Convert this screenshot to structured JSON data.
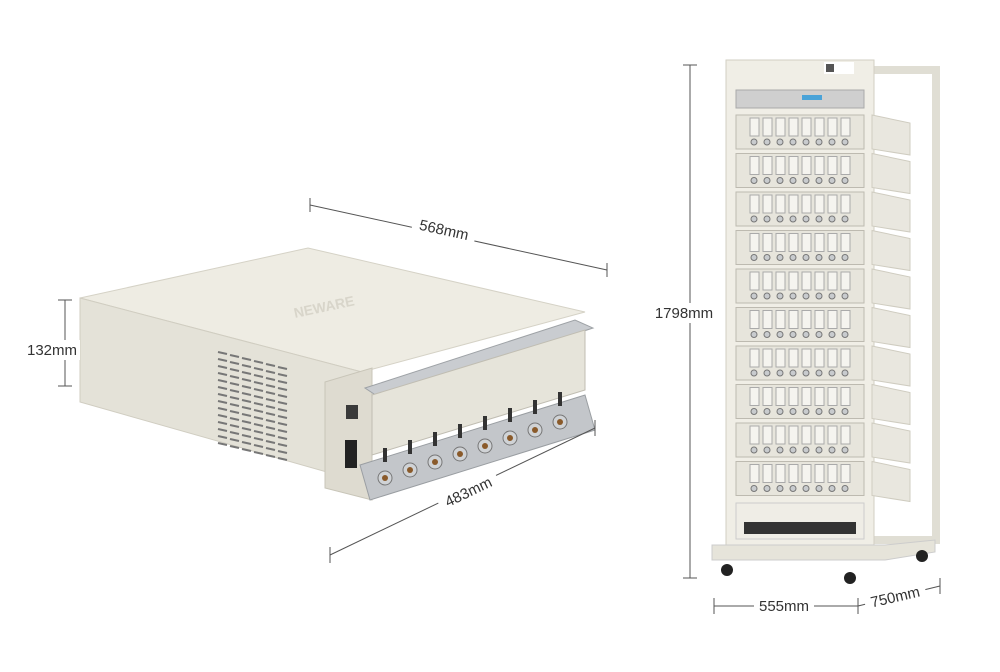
{
  "dimensions": {
    "cabinet_depth": "568mm",
    "cabinet_height": "132mm",
    "cabinet_width": "483mm",
    "rack_height": "1798mm",
    "rack_width": "555mm",
    "rack_depth": "750mm"
  },
  "logo_text": "NEWARE",
  "rack_modules": 10,
  "channels_per_module": 8,
  "colors": {
    "body": "#e9e7dc",
    "panel": "#d9d6ca",
    "metal": "#b9bcbf",
    "line": "#555555"
  }
}
